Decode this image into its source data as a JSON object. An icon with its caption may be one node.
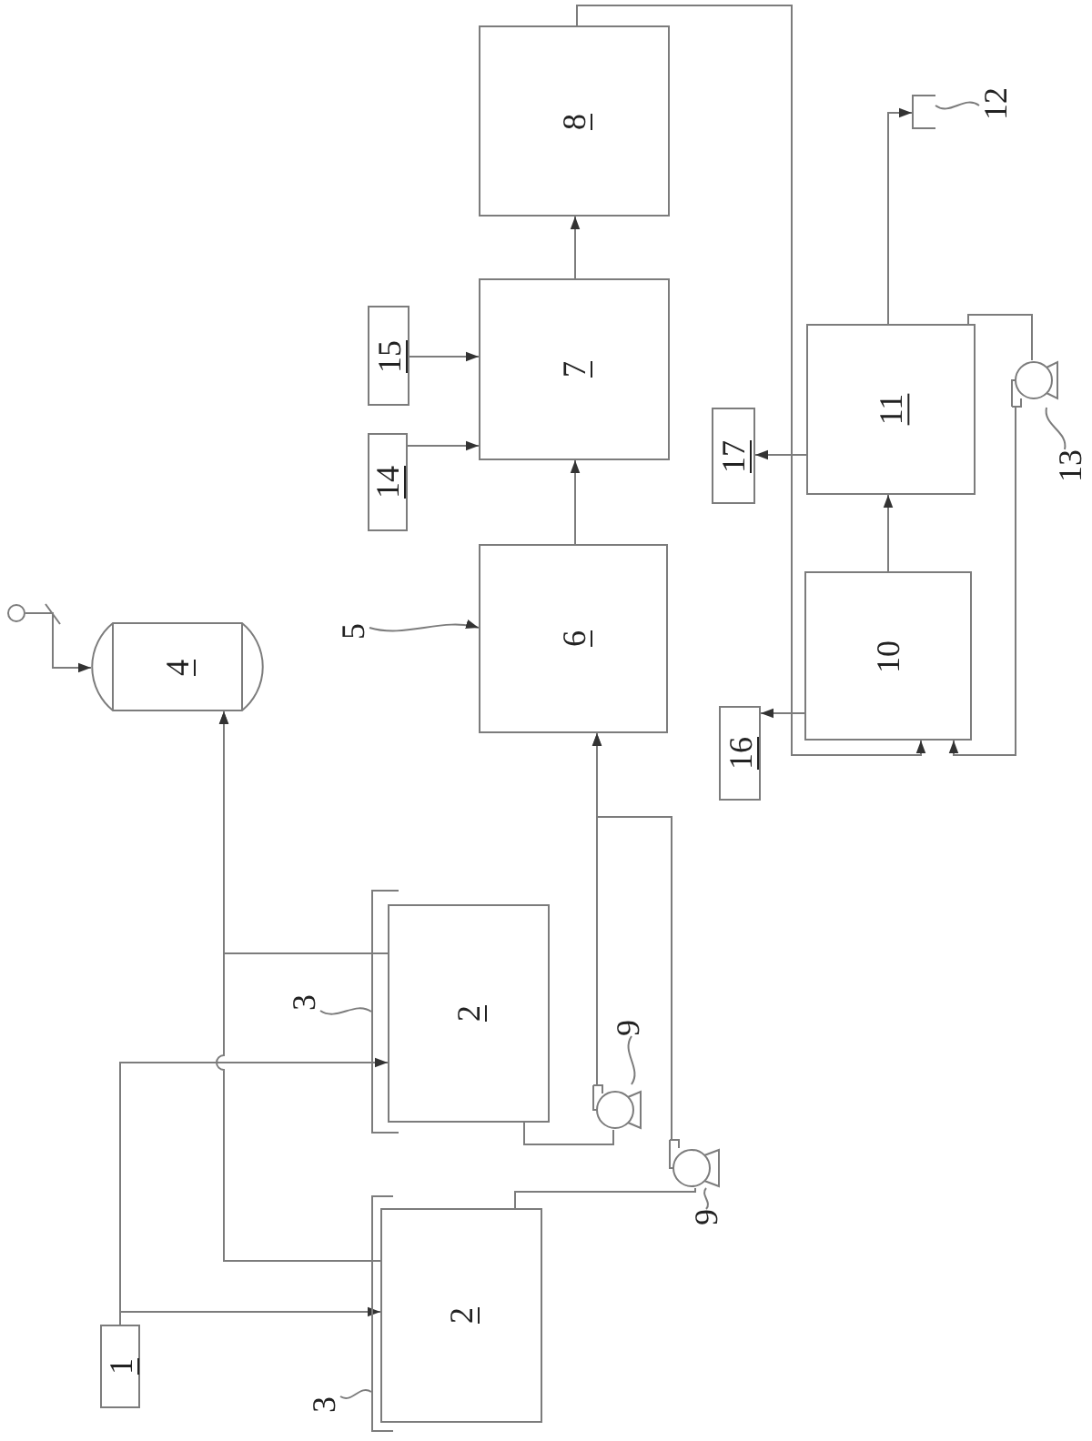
{
  "diagram": {
    "nodes": [
      {
        "text": [
          "1"
        ]
      },
      {
        "text": [
          "2"
        ]
      },
      {
        "text": [
          "2"
        ]
      },
      {
        "text": [
          "3"
        ]
      },
      {
        "text": [],
        "shape": "bracket"
      },
      {
        "text": [
          "3"
        ]
      },
      {
        "text": [],
        "shape": "bracket"
      },
      {
        "text": [
          "4"
        ]
      },
      {
        "text": [],
        "shape": "circle"
      },
      {
        "text": [
          "5"
        ]
      },
      {
        "text": [
          "6"
        ]
      },
      {
        "text": [
          "7"
        ]
      },
      {
        "text": [
          "8"
        ]
      },
      {
        "text": [
          "9"
        ]
      },
      {
        "text": [],
        "shape": "circle"
      },
      {
        "text": [
          "9"
        ]
      },
      {
        "text": [],
        "shape": "circle"
      },
      {
        "text": [
          "10"
        ]
      },
      {
        "text": [
          "11"
        ]
      },
      {
        "text": [
          "12"
        ]
      },
      {
        "text": [],
        "shape": "bracket"
      },
      {
        "text": [
          "13"
        ]
      },
      {
        "text": [],
        "shape": "circle"
      },
      {
        "text": [
          "14"
        ]
      },
      {
        "text": [
          "15"
        ]
      },
      {
        "text": [
          "16"
        ]
      },
      {
        "text": [
          "17"
        ]
      }
    ],
    "edges": [
      {
        "from": 0,
        "to": 1,
        "arrow": "to"
      },
      {
        "from": 0,
        "to": 2,
        "arrow": "to"
      },
      {
        "from": 1,
        "to": 7,
        "arrow": "to"
      },
      {
        "from": 2,
        "to": 7,
        "arrow": "to"
      },
      {
        "from": 8,
        "to": 7,
        "arrow": "to"
      },
      {
        "from": 3,
        "to": 4,
        "arrow": "none"
      },
      {
        "from": 5,
        "to": 6,
        "arrow": "none"
      },
      {
        "from": 9,
        "to": 10,
        "arrow": "to"
      },
      {
        "from": 1,
        "to": 14,
        "arrow": "none"
      },
      {
        "from": 14,
        "to": 10,
        "arrow": "to"
      },
      {
        "from": 2,
        "to": 16,
        "arrow": "none"
      },
      {
        "from": 16,
        "to": 10,
        "arrow": "to"
      },
      {
        "from": 13,
        "to": 14,
        "arrow": "none"
      },
      {
        "from": 15,
        "to": 16,
        "arrow": "none"
      },
      {
        "from": 10,
        "to": 11,
        "arrow": "to"
      },
      {
        "from": 23,
        "to": 11,
        "arrow": "to"
      },
      {
        "from": 24,
        "to": 11,
        "arrow": "to"
      },
      {
        "from": 11,
        "to": 12,
        "arrow": "to"
      },
      {
        "from": 12,
        "to": 17,
        "arrow": "to"
      },
      {
        "from": 17,
        "to": 18,
        "arrow": "to"
      },
      {
        "from": 18,
        "to": 20,
        "arrow": "to"
      },
      {
        "from": 19,
        "to": 20,
        "arrow": "none"
      },
      {
        "from": 18,
        "to": 22,
        "arrow": "none"
      },
      {
        "from": 22,
        "to": 17,
        "arrow": "to"
      },
      {
        "from": 21,
        "to": 22,
        "arrow": "none"
      },
      {
        "from": 18,
        "to": 26,
        "arrow": "to"
      },
      {
        "from": 17,
        "to": 25,
        "arrow": "to"
      }
    ]
  }
}
